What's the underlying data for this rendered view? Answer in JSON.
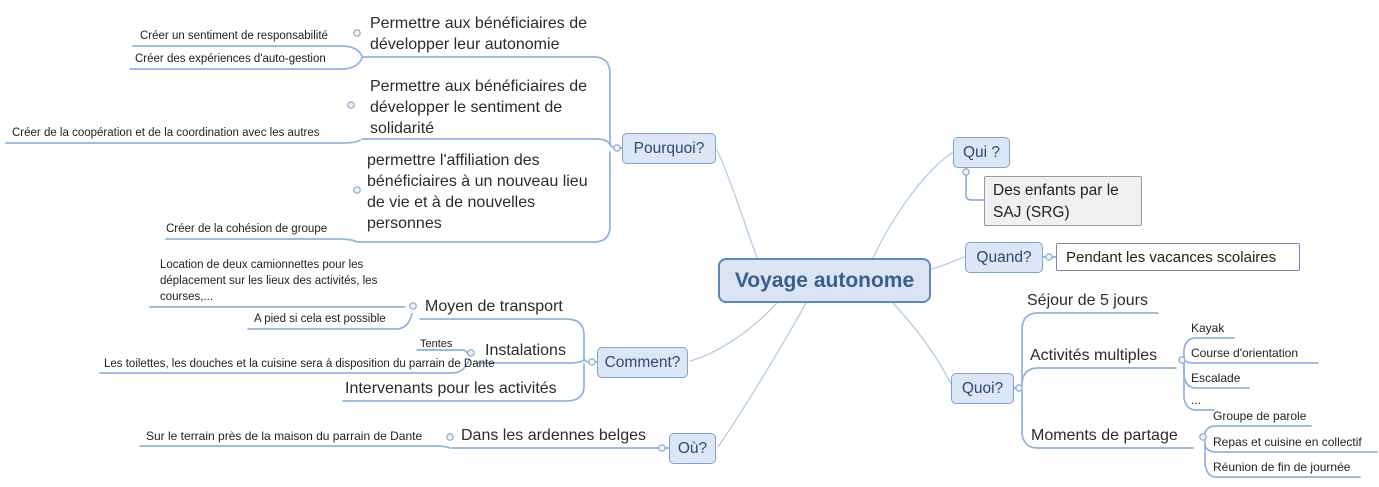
{
  "central": {
    "label": "Voyage autonome"
  },
  "nodes": {
    "pourquoi": "Pourquoi?",
    "qui": "Qui ?",
    "quand": "Quand?",
    "quoi": "Quoi?",
    "comment": "Comment?",
    "ou": "Où?"
  },
  "pourquoi": {
    "autonomie": "Permettre aux bénéficiaires de développer leur autonomie",
    "responsabilite": "Créer un sentiment de responsabilité",
    "autogestion": "Créer des expériences d'auto-gestion",
    "solidarite": "Permettre aux bénéficiaires de développer le sentiment de solidarité",
    "cooperation": "Créer de la coopération et de la coordination avec les autres",
    "affiliation": "permettre l'affiliation des bénéficiaires à un nouveau lieu de vie et à de nouvelles personnes",
    "cohesion": "Créer de la cohésion de groupe"
  },
  "qui": {
    "enfants": "Des enfants par le SAJ (SRG)"
  },
  "quand": {
    "vacances": "Pendant les vacances scolaires"
  },
  "quoi": {
    "sejour": "Séjour de 5 jours",
    "activites": "Activités multiples",
    "activites_items": [
      "Kayak",
      "Course d'orientation",
      "Escalade",
      "..."
    ],
    "partage": "Moments de partage",
    "partage_items": [
      "Groupe de parole",
      "Repas et cuisine en collectif",
      "Réunion de fin de journée"
    ]
  },
  "comment": {
    "transport": "Moyen de transport",
    "location": "Location de deux camionnettes pour les déplacement sur les lieux des activités, les courses,...",
    "apied": "A pied si cela est possible",
    "instalations": "Instalations",
    "tentes": "Tentes",
    "toilettes": "Les toilettes, les douches et la cuisine sera à disposition du parrain de Dante",
    "intervenants": "Intervenants pour les activités"
  },
  "ou": {
    "ardennes": "Dans les ardennes belges",
    "terrain": "Sur le terrain près de la maison du parrain de Dante"
  },
  "colors": {
    "central_border": "#5c88c4",
    "central_fill": "#dbe4f3",
    "central_text": "#3b5e90",
    "node_fill": "#dce6f5",
    "node_border": "#7da3d4",
    "node_text": "#2c4a73",
    "branch_line": "#8fb3e0",
    "radial_line": "#b8cfec",
    "gray_box_fill": "#f0f0f0",
    "gray_box_border": "#9b9b9b",
    "white_box_border": "#7e87ab"
  }
}
